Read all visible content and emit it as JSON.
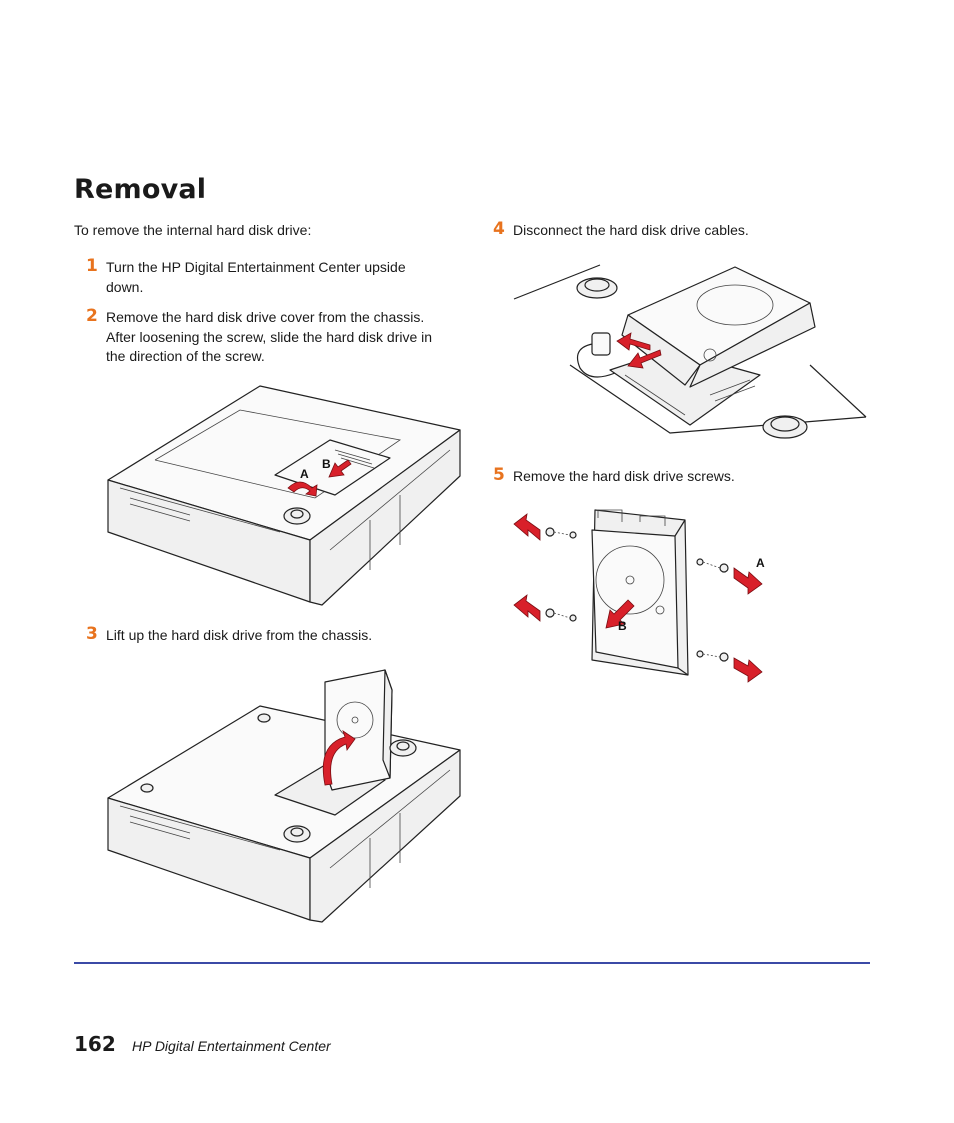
{
  "heading": "Removal",
  "intro": "To remove the internal hard disk drive:",
  "steps": [
    {
      "num": "1",
      "lines": [
        "Turn the HP Digital Entertainment Center upside",
        "down."
      ]
    },
    {
      "num": "2",
      "lines": [
        "Remove the hard disk drive cover from the chassis.",
        "After loosening the screw, slide the hard disk drive in",
        "the direction of the screw."
      ]
    },
    {
      "num": "3",
      "lines": [
        "Lift up the hard disk drive from the chassis."
      ]
    },
    {
      "num": "4",
      "lines": [
        "Disconnect the hard disk drive cables."
      ]
    },
    {
      "num": "5",
      "lines": [
        "Remove the hard disk drive screws."
      ]
    }
  ],
  "figures": {
    "fig2": {
      "callouts": [
        "A",
        "B"
      ]
    },
    "fig5": {
      "callouts": [
        "A",
        "B"
      ]
    }
  },
  "footer": {
    "page_number": "162",
    "title": "HP Digital Entertainment Center"
  },
  "colors": {
    "step_number": "#e8731e",
    "rule": "#3b4aa6",
    "arrow": "#d8202a"
  }
}
